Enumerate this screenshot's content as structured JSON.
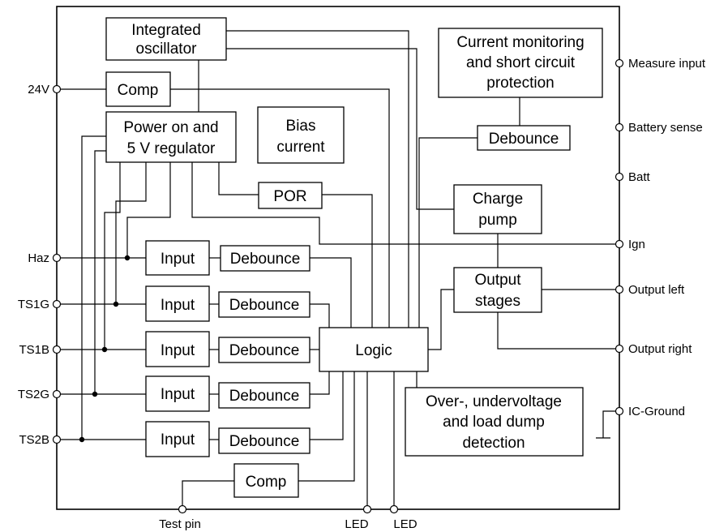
{
  "blocks": {
    "oscillator": [
      "Integrated",
      "oscillator"
    ],
    "comp_top": "Comp",
    "power_on": [
      "Power on and",
      "5 V regulator"
    ],
    "bias": [
      "Bias",
      "current"
    ],
    "por": "POR",
    "current_monitoring": [
      "Current monitoring",
      "and short circuit",
      "protection"
    ],
    "debounce_top": "Debounce",
    "charge_pump": [
      "Charge",
      "pump"
    ],
    "output_stages": [
      "Output",
      "stages"
    ],
    "logic": "Logic",
    "overvoltage": [
      "Over-, undervoltage",
      "and load dump",
      "detection"
    ],
    "input_label": "Input",
    "debounce_label": "Debounce",
    "comp_bottom": "Comp"
  },
  "pins": {
    "v24": "24V",
    "haz": "Haz",
    "ts1g": "TS1G",
    "ts1b": "TS1B",
    "ts2g": "TS2G",
    "ts2b": "TS2B",
    "measure_input": "Measure input",
    "battery_sense": "Battery sense",
    "batt": "Batt",
    "ign": "Ign",
    "output_left": "Output left",
    "output_right": "Output right",
    "ic_ground": "IC-Ground",
    "test_pin": "Test pin",
    "led1": "LED",
    "led2": "LED"
  }
}
